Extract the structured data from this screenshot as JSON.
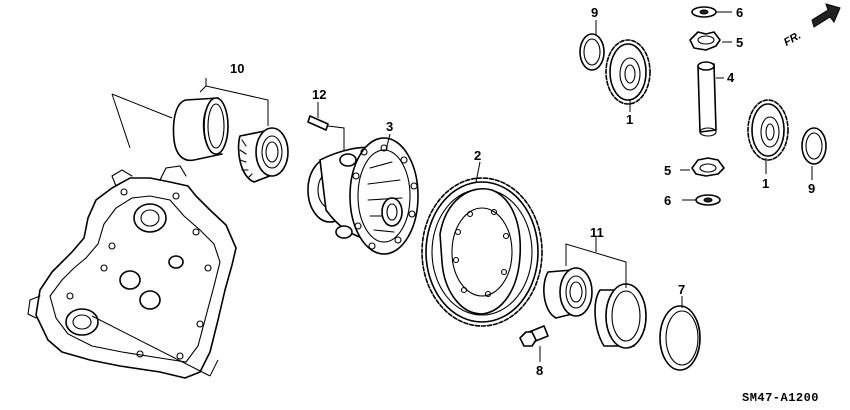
{
  "diagram": {
    "callouts": {
      "c1a": "1",
      "c1b": "1",
      "c2": "2",
      "c3": "3",
      "c4": "4",
      "c5a": "5",
      "c5b": "5",
      "c6a": "6",
      "c6b": "6",
      "c7": "7",
      "c8": "8",
      "c9a": "9",
      "c9b": "9",
      "c10": "10",
      "c11": "11",
      "c12": "12"
    },
    "direction_label": "FR.",
    "drawing_code": "SM47-A1200"
  }
}
